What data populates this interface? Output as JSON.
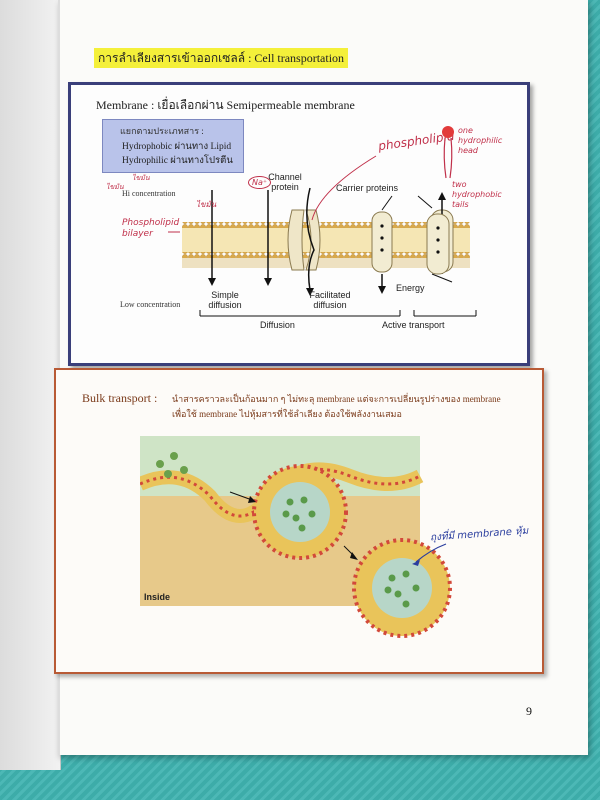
{
  "page": {
    "title": "การลำเลียงสารเข้าออกเซลล์ : Cell transportation",
    "number": "9"
  },
  "membrane_panel": {
    "title": "Membrane : เยื่อเลือกผ่าน Semipermeable membrane",
    "legend": {
      "heading": "แยกตามประเภทสาร :",
      "line1": "Hydrophobic ผ่านทาง Lipid",
      "line2": "Hydrophilic ผ่านทางโปรตีน"
    },
    "hi_concentration": "Hi concentration",
    "low_concentration": "Low concentration",
    "labels": {
      "channel_protein": "Channel protein",
      "carrier_proteins": "Carrier proteins",
      "energy": "Energy",
      "simple_diffusion": "Simple diffusion",
      "facilitated_diffusion": "Facilitated diffusion",
      "diffusion": "Diffusion",
      "active_transport": "Active transport"
    },
    "handwriting": {
      "fat": "ไขมัน",
      "fat2": "ไขมัน",
      "protein": "โปรตีน",
      "na": "Na⁺",
      "phospholipid": "phospholipid",
      "one_head": "one hydrophilic head",
      "two_tails": "two hydrophobic tails",
      "bilayer": "Phospholipid bilayer"
    }
  },
  "bulk_panel": {
    "title": "Bulk transport :",
    "desc_line1": "นำสารคราวละเป็นก้อนมาก ๆ ไม่ทะลุ membrane แต่จะการเปลี่ยนรูปร่างของ membrane",
    "desc_line2": "เพื่อใช้ membrane ไปหุ้มสารที่ใช้ลำเลียง ต้องใช้พลังงานเสมอ",
    "inside_label": "Inside",
    "handwriting": "ถุงที่มี membrane หุ้ม"
  },
  "colors": {
    "highlight": "#f4f03a",
    "panel1_border": "#3a3f7a",
    "panel2_border": "#b85a35",
    "handwriting_red": "#c0304a",
    "handwriting_blue": "#2a3d9e",
    "background": "#3fb3b0"
  }
}
